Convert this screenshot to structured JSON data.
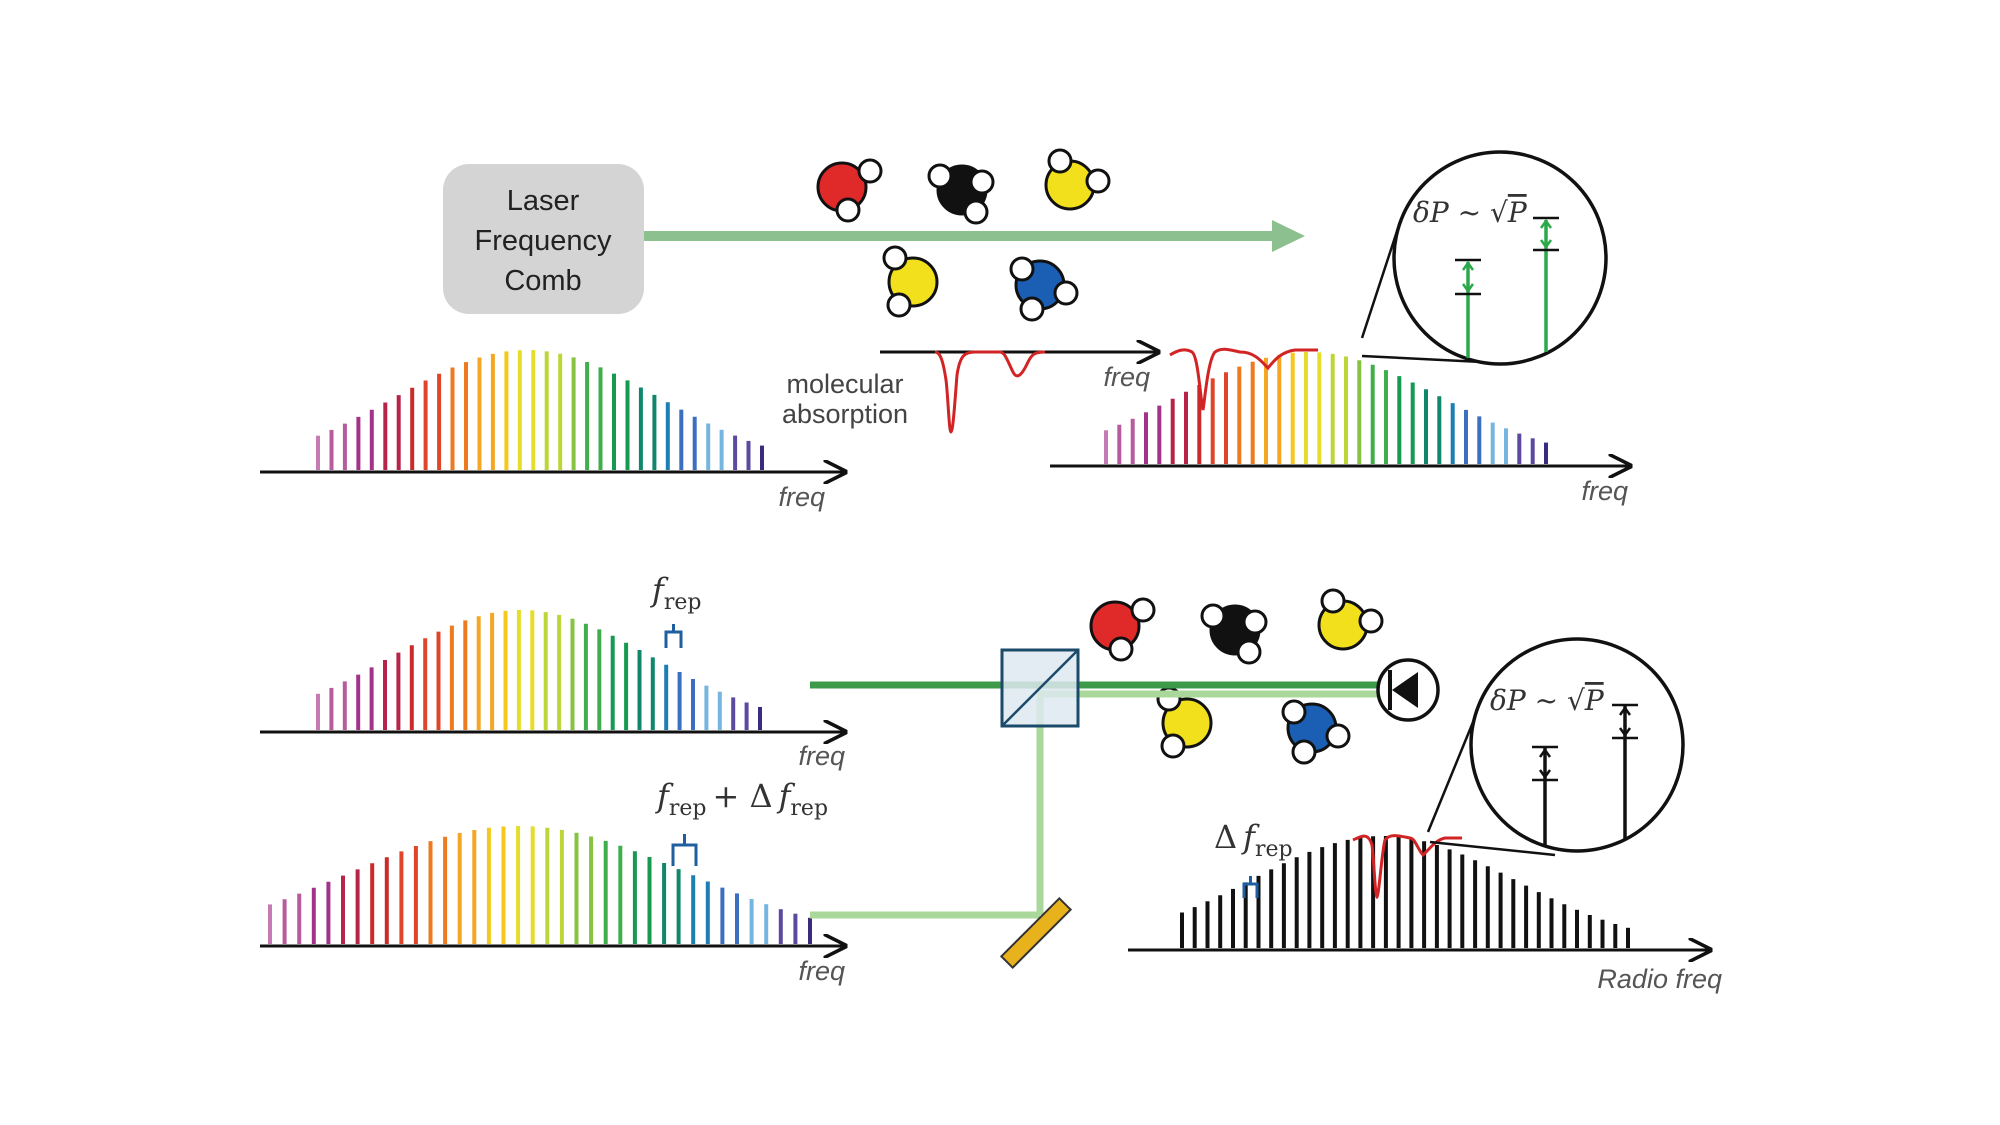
{
  "laser_box": {
    "line1": "Laser",
    "line2": "Frequency",
    "line3": "Comb"
  },
  "labels": {
    "freq": "freq",
    "radio_freq": "Radio freq",
    "molecular": "molecular",
    "absorption": "absorption"
  },
  "noise": {
    "delta_p": "δP ~ ",
    "sqrt": "√",
    "p": "P"
  },
  "frep": {
    "f": "f",
    "sub": "rep",
    "plus": "+ Δ",
    "delta": "Δ"
  },
  "colors": {
    "beam": "#8dc08f",
    "beam_dark": "#3c9a48",
    "beam_light": "#a9d89a",
    "absorption": "#d22424",
    "tick_green": "#2aa84a",
    "mirror": "#e8b21c",
    "frep_mark": "#1f5fa0",
    "molecules": [
      "#e02a2a",
      "#111111",
      "#f2e01c",
      "#1a5fb4"
    ]
  },
  "comb_palette": [
    "#c77bb3",
    "#b85a9e",
    "#a3338a",
    "#b8234a",
    "#cc2a2a",
    "#e0452a",
    "#ee7a1f",
    "#f5a623",
    "#f6c81c",
    "#e6dd2a",
    "#bcd638",
    "#85c341",
    "#3fae4b",
    "#159a50",
    "#10876a",
    "#1c7fb4",
    "#3b6fc0",
    "#74b6e0",
    "#5c4aa0",
    "#3b2a80"
  ]
}
